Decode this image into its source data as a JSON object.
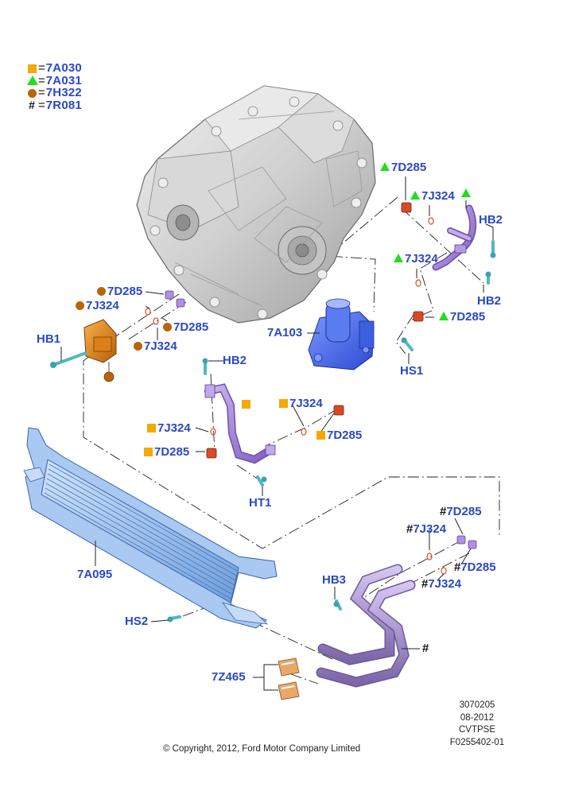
{
  "legend": [
    {
      "symbol": "square",
      "color": "#f5a800",
      "code": "7A030"
    },
    {
      "symbol": "triangle",
      "color": "#22dd22",
      "code": "7A031"
    },
    {
      "symbol": "circle",
      "color": "#b8650c",
      "code": "7H322"
    },
    {
      "symbol": "hash",
      "color": "#111111",
      "code": "7R081"
    }
  ],
  "legend_eq": "=",
  "labels": {
    "l_7d285_top": "7D285",
    "l_7j324_top": "7J324",
    "l_hb2_top": "HB2",
    "l_7j324_mid": "7J324",
    "l_hb2_right": "HB2",
    "l_7d285_right": "7D285",
    "l_7a103": "7A103",
    "l_hs1": "HS1",
    "l_7d285_left1": "7D285",
    "l_7j324_left1": "7J324",
    "l_7d285_left2": "7D285",
    "l_7j324_left2": "7J324",
    "l_hb1": "HB1",
    "l_hb2_center": "HB2",
    "l_7j324_c1": "7J324",
    "l_7j324_c2": "7J324",
    "l_7d285_c1": "7D285",
    "l_7d285_c2": "7D285",
    "l_ht1": "HT1",
    "l_7a095": "7A095",
    "l_7d285_br1": "7D285",
    "l_7j324_br1": "7J324",
    "l_7d285_br2": "7D285",
    "l_7j324_br2": "7J324",
    "l_hb3": "HB3",
    "l_hs2": "HS2",
    "l_7z465": "7Z465",
    "l_hash_tube": "#"
  },
  "ref_block": [
    "3070205",
    "08-2012",
    "CVTPSE",
    "F0255402-01"
  ],
  "copyright": "© Copyright, 2012, Ford Motor Company Limited",
  "colors": {
    "label_blue": "#2a48c6",
    "cooler_blue": "#8fb8ea",
    "valve_blue": "#4a6ee0",
    "purple_tube": "#a07ad0",
    "bracket_orange": "#e08a1c",
    "clip_tan": "#e0a060",
    "gray_transmission": "#c8c8c8"
  }
}
